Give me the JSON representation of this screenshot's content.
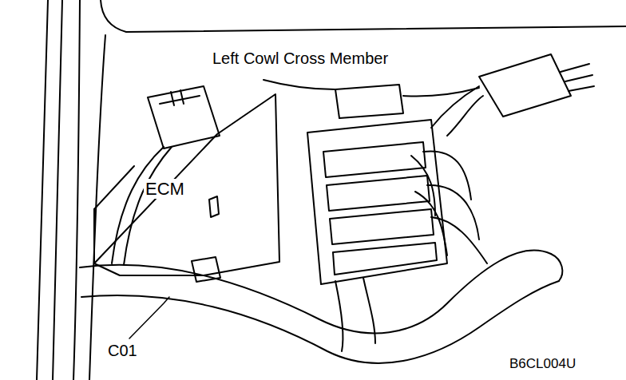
{
  "diagram": {
    "labels": [
      "Left Cowl Cross Member",
      "ECM",
      "C01",
      "B6CL004U"
    ]
  }
}
